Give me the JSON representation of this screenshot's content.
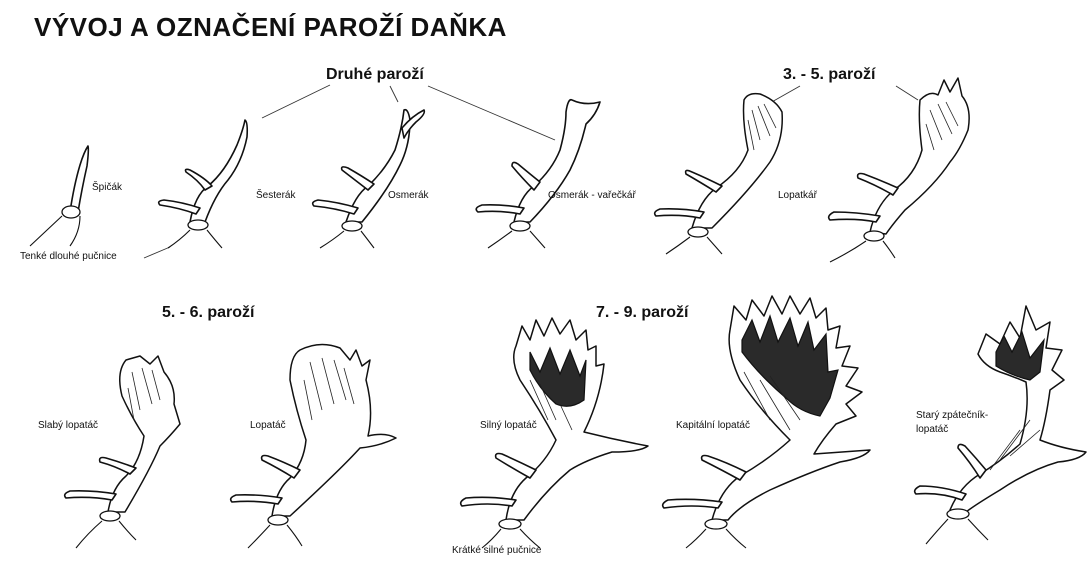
{
  "title": "VÝVOJ A OZNAČENÍ PAROŽÍ DAŇKA",
  "headers": {
    "druhe": "Druhé paroží",
    "tri_pet": "3. - 5. paroží",
    "pet_sest": "5. - 6. paroží",
    "sedm_devet": "7. - 9. paroží"
  },
  "labels": {
    "spicak": "Špičák",
    "tenke": "Tenké dlouhé pučnice",
    "sesterak": "Šesterák",
    "osmerak": "Osmerák",
    "osmerak_varec": "Osmerák - vařečkář",
    "lopatkar": "Lopatkář",
    "slaby": "Slabý lopatáč",
    "lopatac": "Lopatáč",
    "silny": "Silný lopatáč",
    "kapitalni": "Kapitální lopatáč",
    "stary1": "Starý zpátečník-",
    "stary2": "lopatáč",
    "kratke": "Krátké silné pučnice"
  }
}
